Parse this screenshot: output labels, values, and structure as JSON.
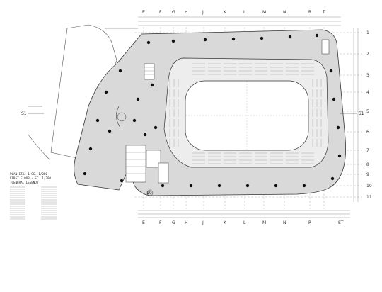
{
  "grid": {
    "columns_top": [
      "E",
      "F",
      "G",
      "H",
      "J",
      "K",
      "L",
      "M",
      "N",
      "R",
      "T"
    ],
    "columns_bottom": [
      "E",
      "F",
      "G",
      "H",
      "J",
      "K",
      "L",
      "M",
      "N",
      "R",
      "ST"
    ],
    "rows_right": [
      "1",
      "2",
      "3",
      "4",
      "5",
      "6",
      "7",
      "8",
      "9",
      "10",
      "11"
    ]
  },
  "section_marks": {
    "left": "S1",
    "right": "S1",
    "bottom": "10"
  },
  "title": {
    "line1": "PLAN ETAJ 1 SC. 1/200",
    "line2": "FIRST FLOOR - SC. 1/200",
    "line3": "(GENERAL LEGEND)"
  },
  "colors": {
    "floor": "#d9d9d9",
    "line": "#333333",
    "ink": "#222222"
  }
}
